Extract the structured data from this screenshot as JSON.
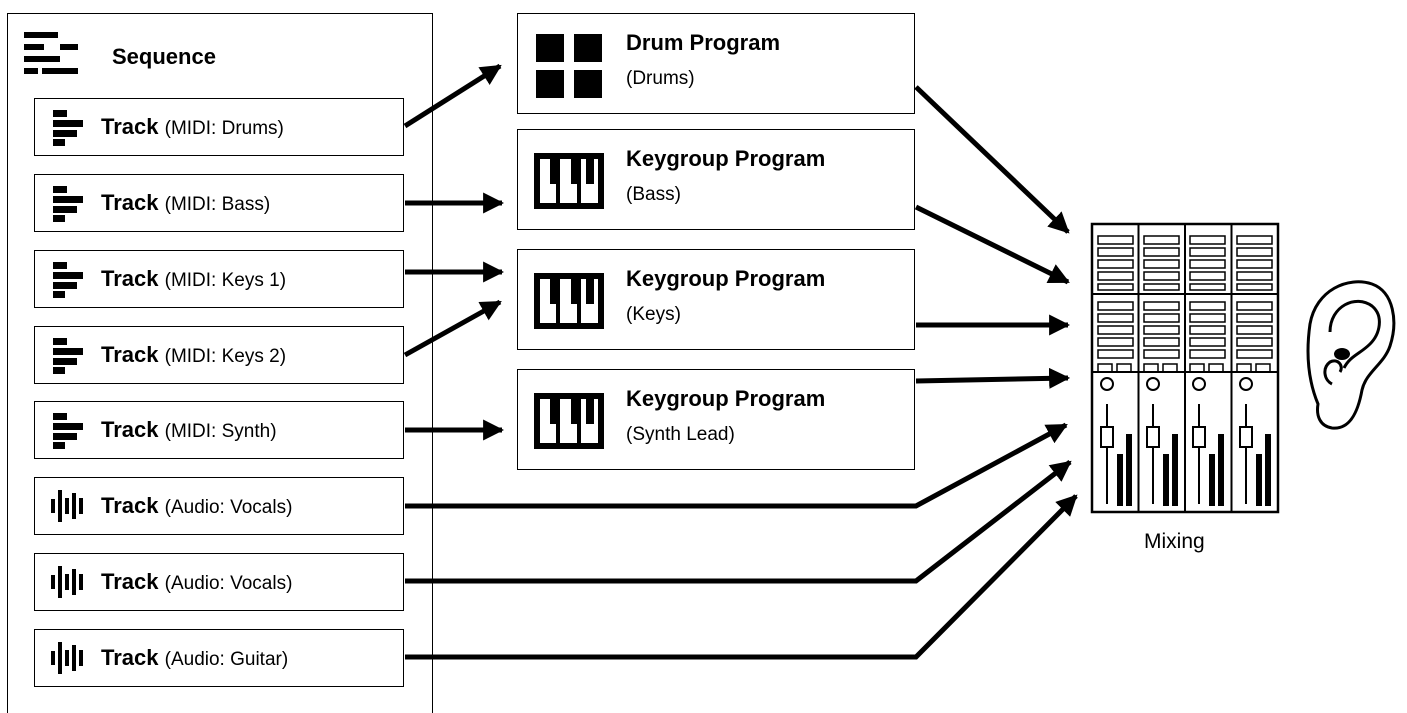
{
  "sequence": {
    "title": "Sequence",
    "icon": "sequence-icon",
    "tracks": [
      {
        "label": "Track",
        "detail": "(MIDI: Drums)",
        "kind": "midi"
      },
      {
        "label": "Track",
        "detail": "(MIDI: Bass)",
        "kind": "midi"
      },
      {
        "label": "Track",
        "detail": "(MIDI: Keys 1)",
        "kind": "midi"
      },
      {
        "label": "Track",
        "detail": "(MIDI: Keys 2)",
        "kind": "midi"
      },
      {
        "label": "Track",
        "detail": "(MIDI: Synth)",
        "kind": "midi"
      },
      {
        "label": "Track",
        "detail": "(Audio: Vocals)",
        "kind": "audio"
      },
      {
        "label": "Track",
        "detail": "(Audio: Vocals)",
        "kind": "audio"
      },
      {
        "label": "Track",
        "detail": "(Audio: Guitar)",
        "kind": "audio"
      }
    ]
  },
  "programs": [
    {
      "name": "Drum Program",
      "detail": "(Drums)",
      "icon": "drum-pads-icon"
    },
    {
      "name": "Keygroup Program",
      "detail": "(Bass)",
      "icon": "piano-keys-icon"
    },
    {
      "name": "Keygroup Program",
      "detail": "(Keys)",
      "icon": "piano-keys-icon"
    },
    {
      "name": "Keygroup Program",
      "detail": "(Synth Lead)",
      "icon": "piano-keys-icon"
    }
  ],
  "mixer": {
    "label": "Mixing",
    "icon": "mixer-icon"
  },
  "listener": {
    "icon": "ear-icon"
  },
  "colors": {
    "line": "#000000",
    "background": "#ffffff"
  }
}
